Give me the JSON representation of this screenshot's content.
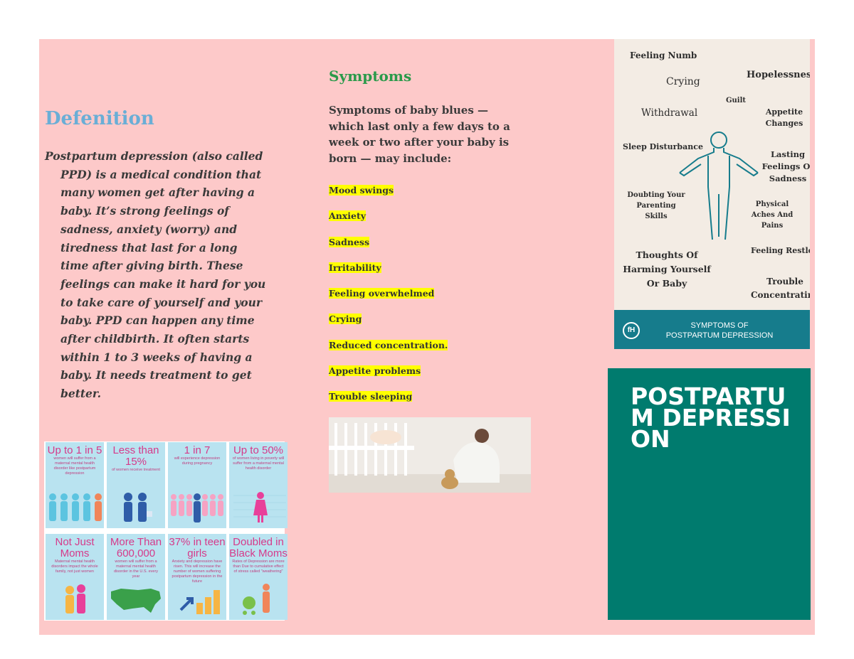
{
  "definition": {
    "title": "Defenition",
    "text": "Postpartum depression (also called PPD) is a medical condition that many women get after having a baby. It’s strong feelings of sadness, anxiety (worry) and tiredness that last for a long time after giving birth. These feelings can make it hard for you to take care of yourself and your baby. PPD can happen any time after childbirth. It often starts within 1 to 3 weeks of having a baby. It needs treatment to get better."
  },
  "stats": [
    {
      "big": "Up to 1 in 5",
      "small": "women will suffer from a maternal mental health disorder like postpartum depression"
    },
    {
      "big": "Less than 15%",
      "small": "of women receive treatment"
    },
    {
      "big": "1 in 7",
      "small": "will experience depression during pregnancy"
    },
    {
      "big": "Up to 50%",
      "small": "of women living in poverty will suffer from a maternal mental health disorder"
    },
    {
      "big": "Not Just Moms",
      "small": "Maternal mental health disorders impact the whole family, not just women"
    },
    {
      "big": "More Than 600,000",
      "small": "women will suffer from a maternal mental health disorder in the U.S. every year"
    },
    {
      "big": "37% in teen girls",
      "small": "Anxiety and depression have risen. This will increase the number of women suffering postpartum depression in the future"
    },
    {
      "big": "Doubled in Black Moms",
      "small": "Rates of Depression are more than Due to cumulative effect of stress called \"weathering\""
    }
  ],
  "symptoms": {
    "title": "Symptoms",
    "intro": "Symptoms of baby blues — which last only a few days to a week or two after your baby is born — may include:",
    "items": [
      "Mood swings",
      "Anxiety",
      "Sadness",
      "Irritability",
      "Feeling overwhelmed",
      "Crying",
      "Reduced concentration.",
      "Appetite problems",
      "Trouble sleeping"
    ]
  },
  "symptom_card": {
    "words": [
      "Feeling Numb",
      "Crying",
      "Hopelessness",
      "Guilt",
      "Withdrawal",
      "Appetite Changes",
      "Sleep Disturbance",
      "Lasting Feelings Of Sadness",
      "Doubting Your Parenting Skills",
      "Physical Aches And Pains",
      "Thoughts Of Harming Yourself Or Baby",
      "Feeling Restless",
      "Trouble Concentrating"
    ],
    "banner_logo": "fH",
    "banner_line1": "SYMPTOMS OF",
    "banner_line2": "POSTPARTUM DEPRESSION"
  },
  "cover": {
    "title": "POSTPARTUM DEPRESSION",
    "color": "#007b6e"
  },
  "colors": {
    "background": "#fdc9c9",
    "definition_title": "#6aaed6",
    "symptoms_title": "#2a9a4a",
    "highlight": "#ffff00"
  }
}
